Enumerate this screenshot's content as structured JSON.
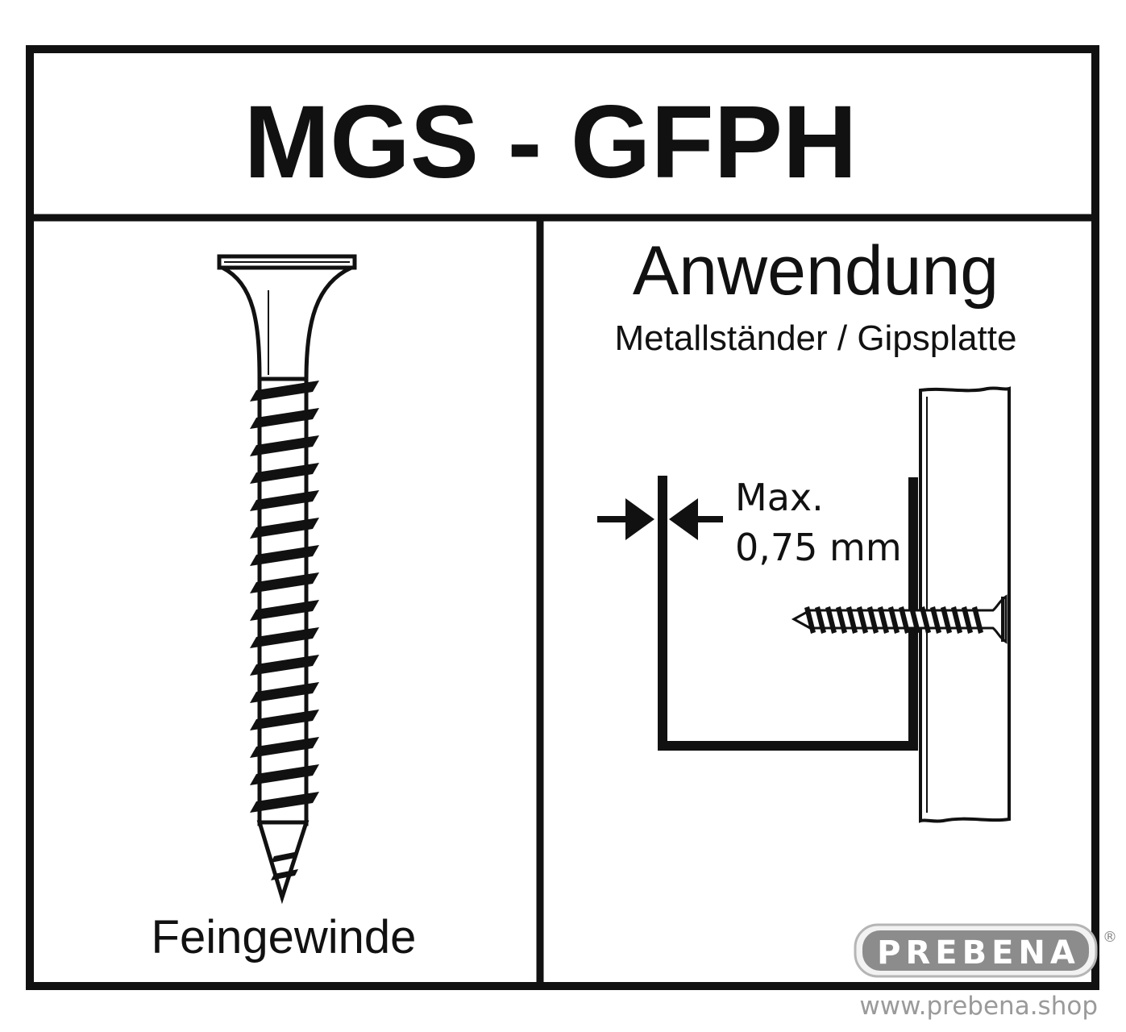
{
  "title": "MGS - GFPH",
  "left_panel": {
    "label": "Feingewinde"
  },
  "right_panel": {
    "heading": "Anwendung",
    "subheading": "Metallständer / Gipsplatte",
    "dimension_line1": "Max.",
    "dimension_line2": "0,75 mm"
  },
  "branding": {
    "logo_text": "PREBENA",
    "registered_mark": "®",
    "website": "www.prebena.shop"
  },
  "colors": {
    "ink": "#111111",
    "logo_fill": "#8c8c8c",
    "website_text": "#9a9a9a"
  }
}
